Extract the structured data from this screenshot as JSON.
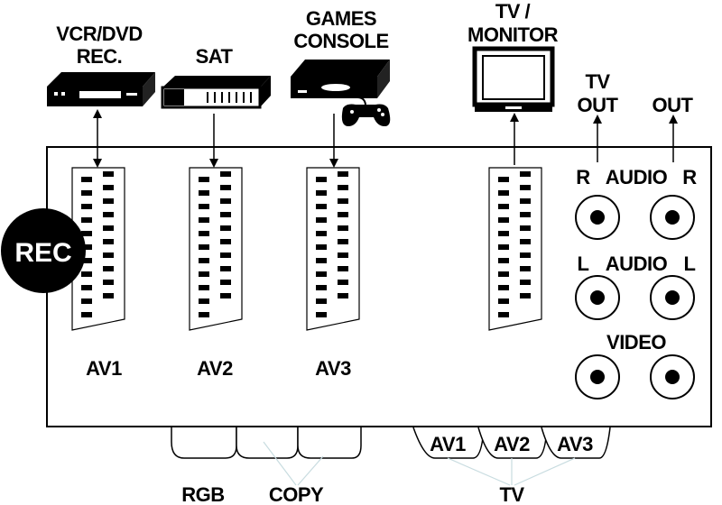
{
  "devices": {
    "vcr": {
      "line1": "VCR/DVD",
      "line2": "REC."
    },
    "sat": {
      "label": "SAT"
    },
    "games": {
      "line1": "GAMES",
      "line2": "CONSOLE"
    },
    "tv": {
      "line1": "TV /",
      "line2": "MONITOR"
    }
  },
  "outputs": {
    "tv_out": {
      "line1": "TV",
      "line2": "OUT"
    },
    "out": {
      "label": "OUT"
    }
  },
  "badge": {
    "label": "REC"
  },
  "scarts": {
    "av1": "AV1",
    "av2": "AV2",
    "av3": "AV3"
  },
  "audio": {
    "r_row": {
      "left": "R",
      "mid": "AUDIO",
      "right": "R"
    },
    "l_row": {
      "left": "L",
      "mid": "AUDIO",
      "right": "L"
    },
    "video": "VIDEO"
  },
  "bottom_ports": {
    "tv_av1": "AV1",
    "tv_av2": "AV2",
    "tv_av3": "AV3"
  },
  "bottom_labels": {
    "rgb": "RGB",
    "copy": "COPY",
    "tv": "TV"
  },
  "colors": {
    "ink": "#000000",
    "paper": "#ffffff",
    "leader_lines": "#c8dce0"
  }
}
